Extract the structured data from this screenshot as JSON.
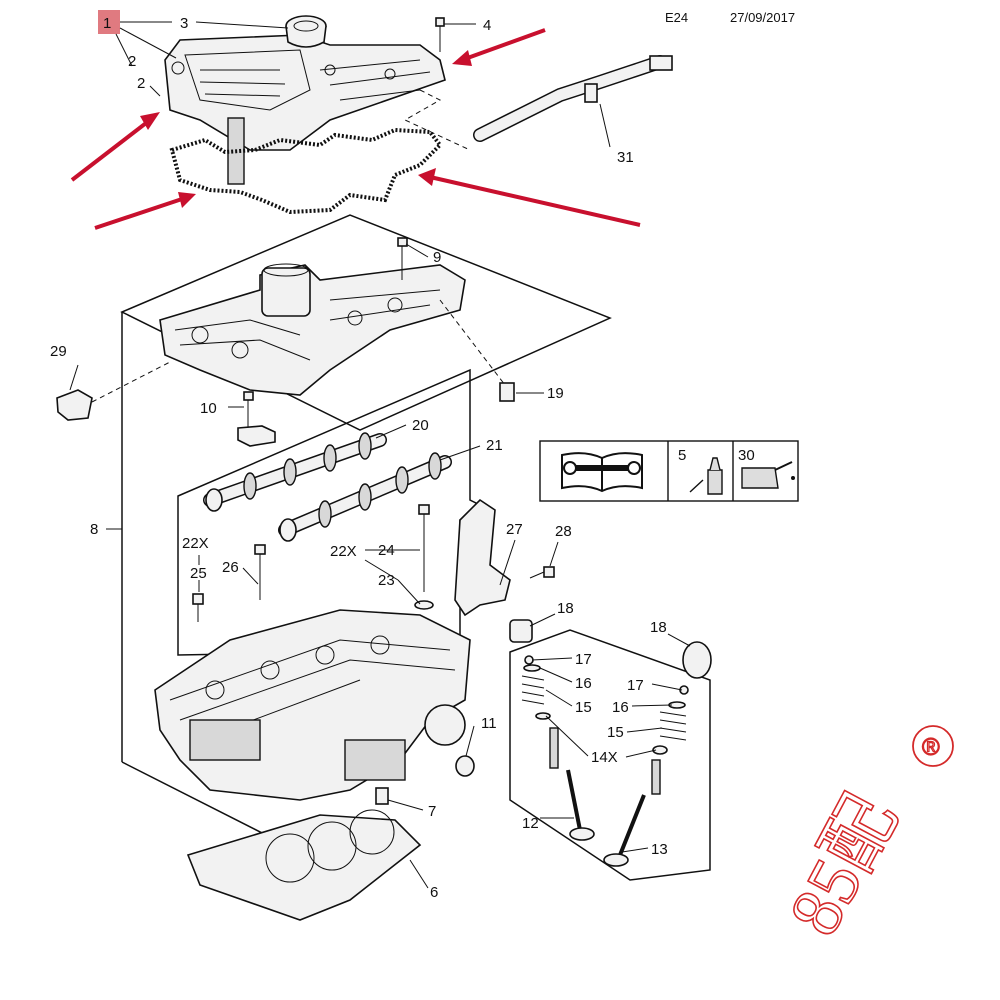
{
  "header": {
    "code": "E24",
    "date": "27/09/2017"
  },
  "callouts": {
    "c1": "1",
    "c2": "2",
    "c3": "3",
    "c4": "4",
    "c5": "5",
    "c6": "6",
    "c7": "7",
    "c8": "8",
    "c9": "9",
    "c10": "10",
    "c11": "11",
    "c12": "12",
    "c13": "13",
    "c14x": "14X",
    "c15a": "15",
    "c15b": "15",
    "c16a": "16",
    "c16b": "16",
    "c17a": "17",
    "c17b": "17",
    "c18a": "18",
    "c18b": "18",
    "c19": "19",
    "c20": "20",
    "c21": "21",
    "c22xa": "22X",
    "c22xb": "22X",
    "c23": "23",
    "c24": "24",
    "c25": "25",
    "c26": "26",
    "c27": "27",
    "c28": "28",
    "c29": "29",
    "c30": "30",
    "c31": "31"
  },
  "colors": {
    "highlight": "#e07a80",
    "arrow": "#c8102e",
    "watermark": "#d42a2a"
  },
  "icons": {
    "service_manual": "book-wrench-icon",
    "sealant": "sealant-tube-icon",
    "oil": "oil-can-icon"
  },
  "watermark": {
    "text": "85配",
    "mark": "®"
  }
}
